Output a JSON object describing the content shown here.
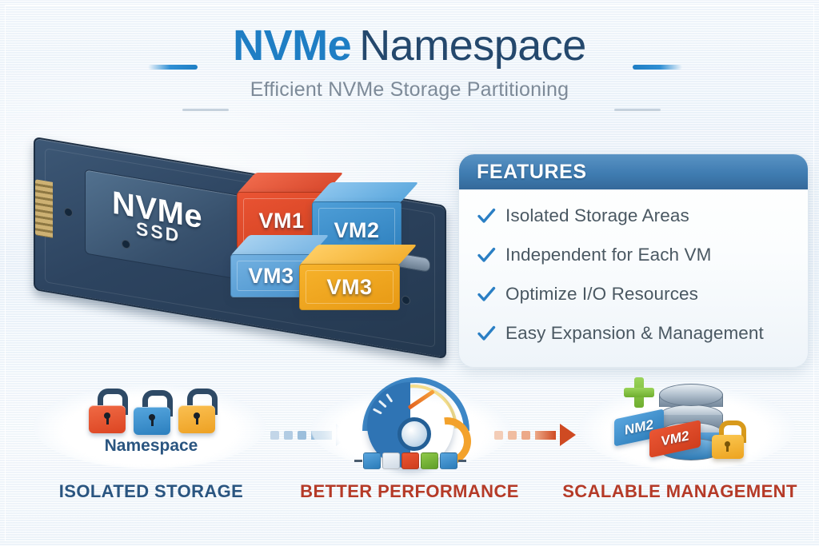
{
  "header": {
    "title_strong": "NVMe",
    "title_rest": "Namespace",
    "subtitle": "Efficient NVMe Storage Partitioning",
    "accent_color": "#1f7ec4",
    "title_color": "#24486d",
    "subtitle_color": "#7d8a98"
  },
  "illustration": {
    "device_label": "NVMe",
    "device_sublabel": "SSD",
    "namespace_label": "Namespace",
    "blocks": [
      {
        "label": "VM1",
        "color": "#ea5434"
      },
      {
        "label": "VM2",
        "color": "#2c7ebc"
      },
      {
        "label": "VM3",
        "color": "#4a93cd"
      },
      {
        "label": "VM3",
        "color": "#e79914"
      }
    ]
  },
  "features_panel": {
    "heading": "FEATURES",
    "header_color": "#3f7cb1",
    "check_color": "#2a7fc4",
    "items": [
      "Isolated Storage Areas",
      "Independent for Each VM",
      "Optimize I/O Resources",
      "Easy Expansion & Management"
    ]
  },
  "flow": {
    "steps": [
      {
        "caption": "ISOLATED STORAGE",
        "caption_color": "#2a5580",
        "sub_label": "Namespace",
        "lock_colors": [
          "#dc4522",
          "#2b7fbe",
          "#eda123"
        ]
      },
      {
        "caption": "BETTER PERFORMANCE",
        "caption_color": "#b53a27",
        "gauge_color": "#2f74b4",
        "needle_color": "#e2601f"
      },
      {
        "caption": "SCALABLE MANAGEMENT",
        "caption_color": "#b53a27",
        "block_labels": [
          "NM2",
          "VM2"
        ],
        "plus_color": "#6fae2f",
        "lock_color": "#eda31f"
      }
    ],
    "arrows": [
      {
        "color": "#2f7cb8",
        "direction": "right"
      },
      {
        "color": "#cf4a22",
        "direction": "right"
      }
    ]
  }
}
